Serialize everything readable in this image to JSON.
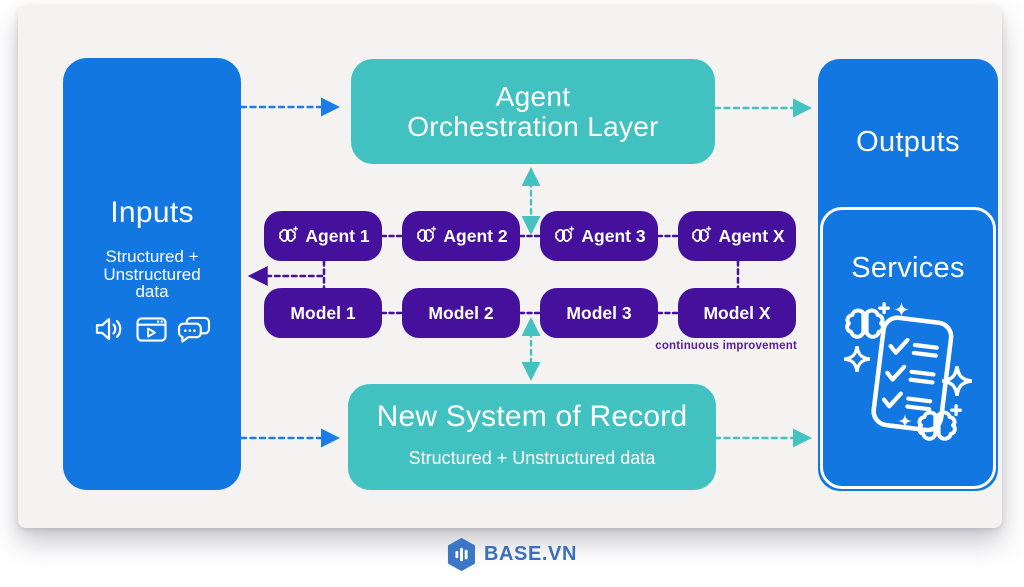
{
  "colors": {
    "blue": "#1277e0",
    "teal": "#42c1c1",
    "purple": "#45119c",
    "purple_text": "#5a1da5",
    "arrow_blue": "#1b7ce5",
    "arrow_teal": "#44c2c2",
    "brand_blue": "#3b77c6",
    "card_bg": "#f4f3f1"
  },
  "inputs": {
    "title": "Inputs",
    "subtitle_lines": [
      "Structured +",
      "Unstructured",
      "data"
    ],
    "icons": [
      "volume-icon",
      "video-player-icon",
      "chat-icon"
    ]
  },
  "orchestration": {
    "title_line1": "Agent",
    "title_line2": "Orchestration Layer"
  },
  "agents": [
    {
      "icon": "brain-sparkle-icon",
      "label": "Agent 1"
    },
    {
      "icon": "brain-sparkle-icon",
      "label": "Agent 2"
    },
    {
      "icon": "brain-sparkle-icon",
      "label": "Agent 3"
    },
    {
      "icon": "brain-sparkle-icon",
      "label": "Agent X"
    }
  ],
  "models": [
    {
      "label": "Model 1"
    },
    {
      "label": "Model 2"
    },
    {
      "label": "Model 3"
    },
    {
      "label": "Model X"
    }
  ],
  "continuous_improvement_note": "continuous improvement",
  "system_of_record": {
    "title": "New System of Record",
    "subtitle": "Structured + Unstructured data"
  },
  "outputs": {
    "title": "Outputs"
  },
  "services": {
    "title": "Services",
    "icon": "ai-checklist-icon"
  },
  "footer": {
    "brand": "BASE.VN",
    "icon": "hexagon-equalizer-icon"
  }
}
